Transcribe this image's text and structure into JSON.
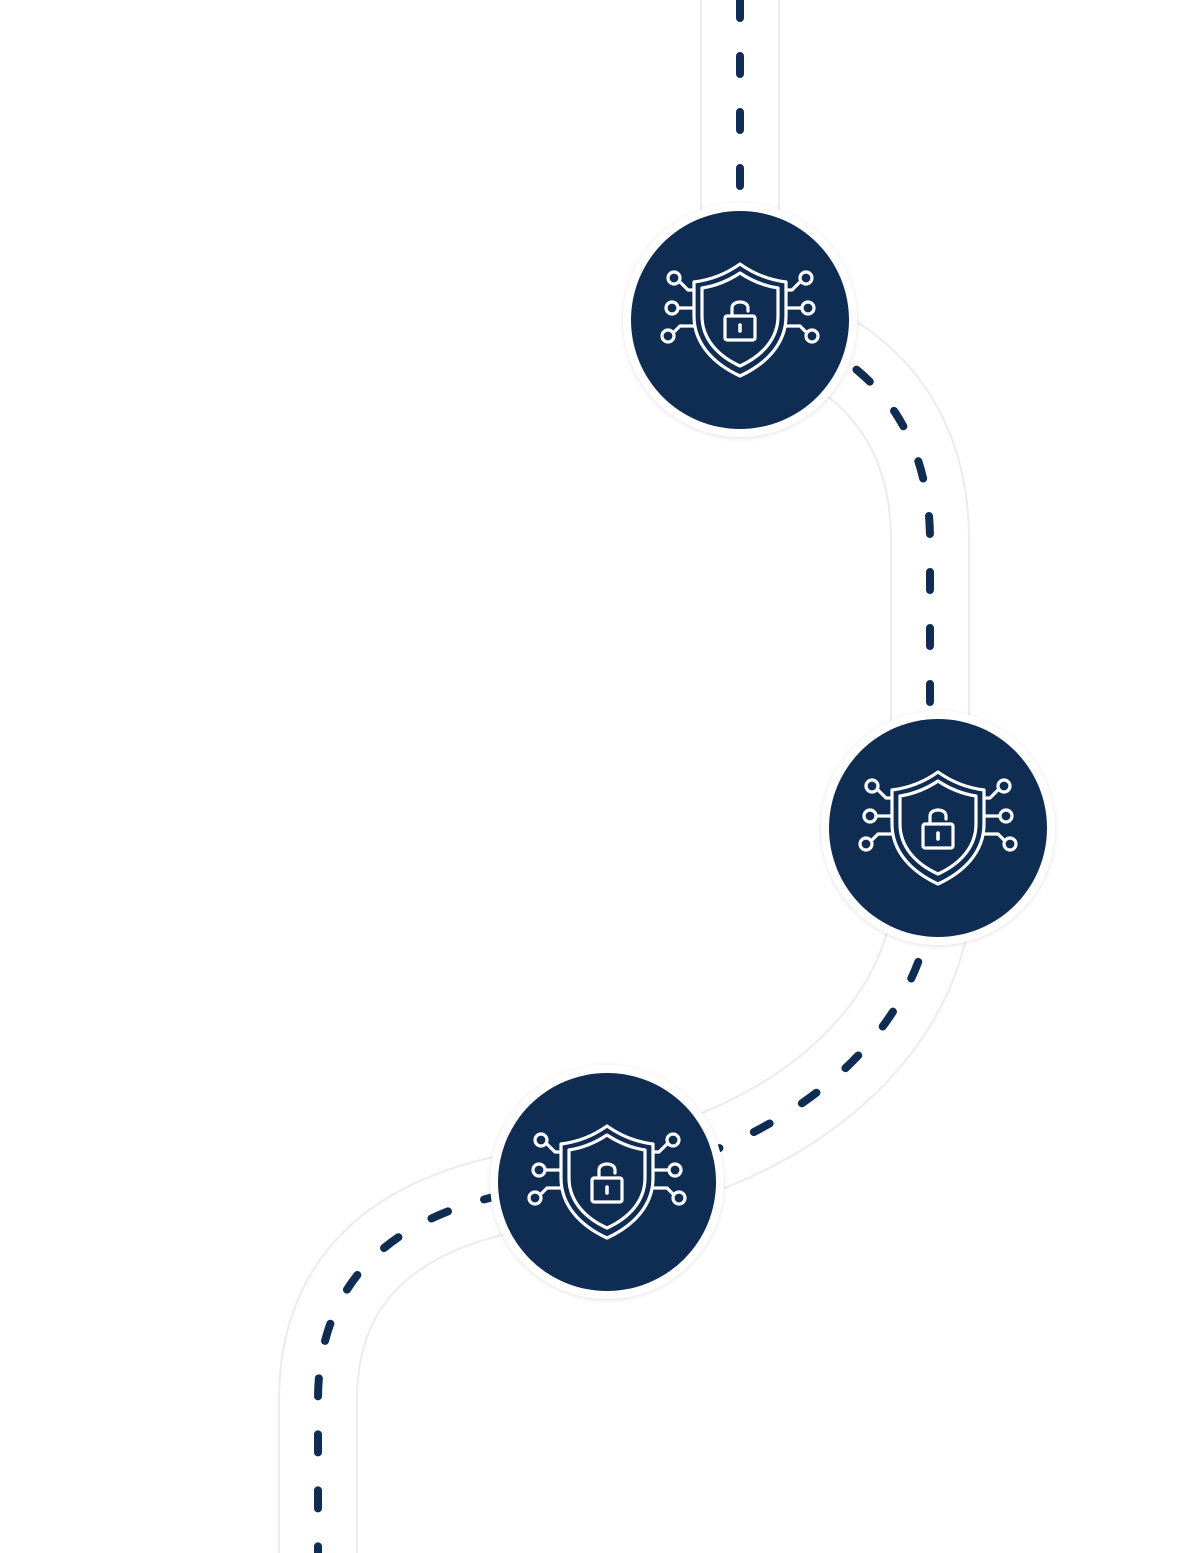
{
  "diagram": {
    "type": "vertical-timeline-path",
    "colors": {
      "background": "#ffffff",
      "node_fill": "#0f2d52",
      "node_ring": "#ffffff",
      "dash": "#0f2d52",
      "road": "#ffffff",
      "road_edge": "#ececec",
      "icon_stroke": "#ffffff"
    },
    "nodes": [
      {
        "id": "node-1",
        "icon": "shield-lock-circuit-icon"
      },
      {
        "id": "node-2",
        "icon": "shield-lock-circuit-icon"
      },
      {
        "id": "node-3",
        "icon": "shield-lock-circuit-icon"
      }
    ]
  }
}
